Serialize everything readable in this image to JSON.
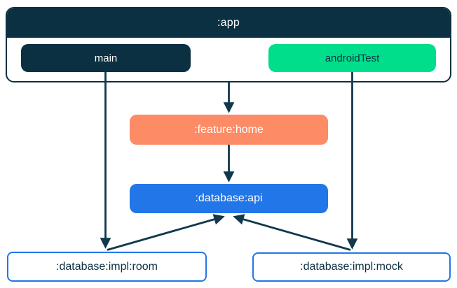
{
  "colors": {
    "navy": "#0B3042",
    "green": "#00DE8C",
    "orange": "#FC8B66",
    "blue": "#2276E8",
    "arrow": "#11384C",
    "white_text": "#FFFFFF",
    "background": "#FFFFFF"
  },
  "diagram": {
    "app_container": {
      "title": ":app",
      "source_sets": [
        {
          "id": "main",
          "label": "main",
          "fill": "#0B3042",
          "text_color": "#FFFFFF"
        },
        {
          "id": "androidTest",
          "label": "androidTest",
          "fill": "#00DE8C",
          "text_color": "#0B3042"
        }
      ]
    },
    "nodes": [
      {
        "id": "feature-home",
        "label": ":feature:home",
        "fill": "#FC8B66",
        "text_color": "#FFFFFF"
      },
      {
        "id": "database-api",
        "label": ":database:api",
        "fill": "#2276E8",
        "text_color": "#FFFFFF"
      },
      {
        "id": "database-impl-room",
        "label": ":database:impl:room",
        "fill": "#FFFFFF",
        "border_color": "#2276E8",
        "text_color": "#0B3042"
      },
      {
        "id": "database-impl-mock",
        "label": ":database:impl:mock",
        "fill": "#FFFFFF",
        "border_color": "#2276E8",
        "text_color": "#0B3042"
      }
    ],
    "edges": [
      {
        "from": "main",
        "to": "database-impl-room"
      },
      {
        "from": "app",
        "to": "feature-home"
      },
      {
        "from": "feature-home",
        "to": "database-api"
      },
      {
        "from": "androidTest",
        "to": "database-impl-mock"
      },
      {
        "from": "database-impl-room",
        "to": "database-api"
      },
      {
        "from": "database-impl-mock",
        "to": "database-api"
      }
    ]
  }
}
